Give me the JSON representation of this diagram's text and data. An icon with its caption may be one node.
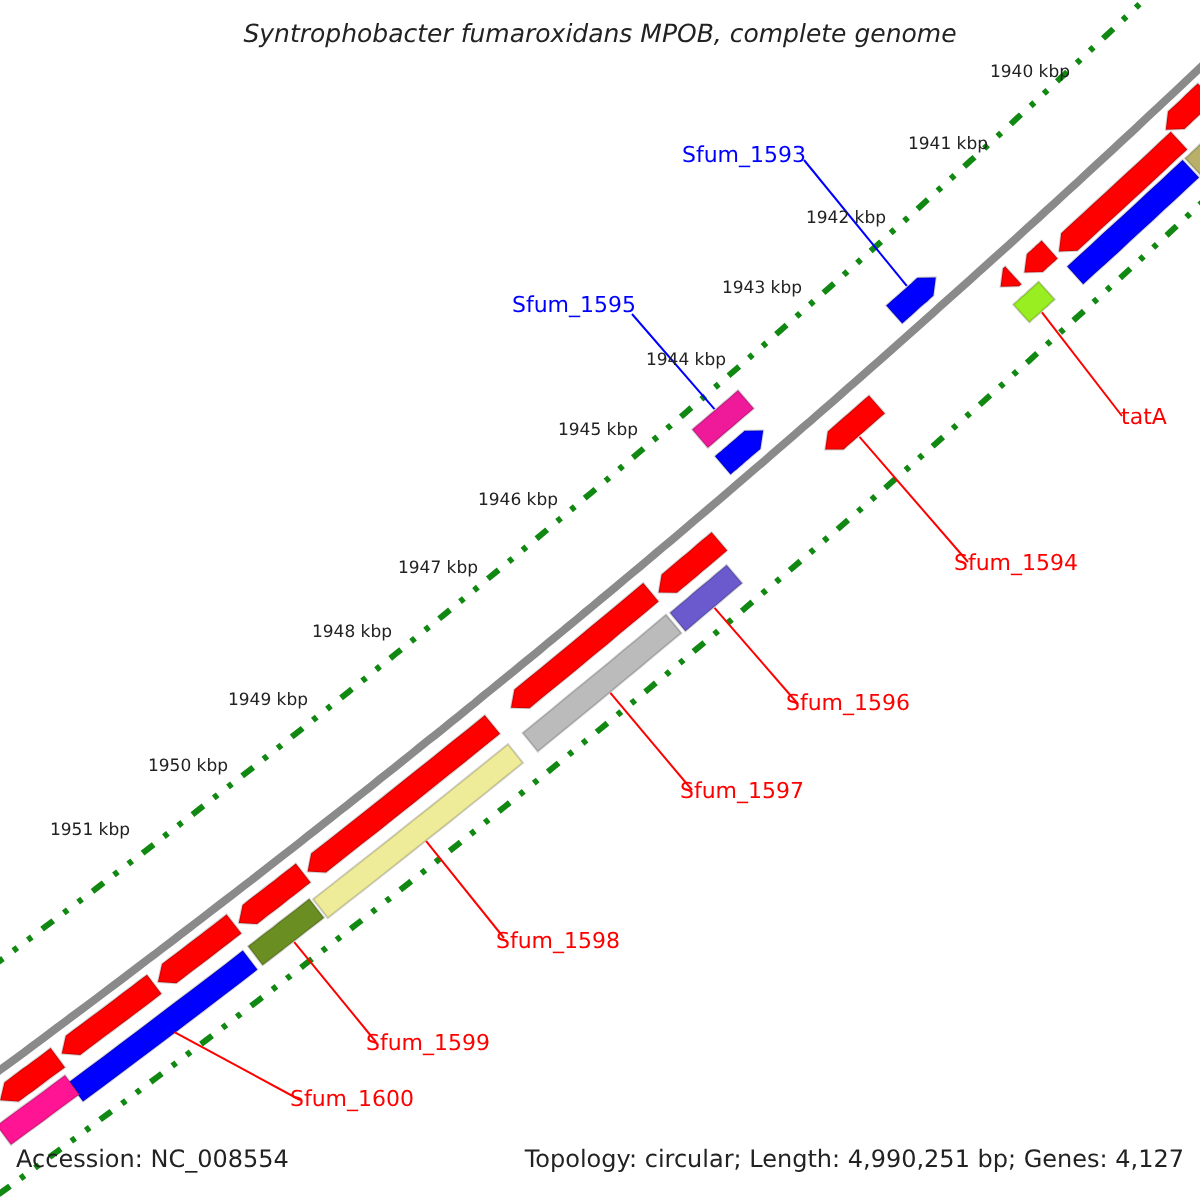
{
  "diagram": {
    "title": "Syntrophobacter fumaroxidans MPOB, complete genome",
    "nodes": [
      {
        "text": [
          "Sfum_1593"
        ]
      },
      {
        "text": [
          "Sfum_1595"
        ]
      },
      {
        "text": [
          "tatA"
        ]
      },
      {
        "text": [
          "Sfum_1594"
        ]
      },
      {
        "text": [
          "Sfum_1596"
        ]
      },
      {
        "text": [
          "Sfum_1597"
        ]
      },
      {
        "text": [
          "Sfum_1598"
        ]
      },
      {
        "text": [
          "Sfum_1599"
        ]
      },
      {
        "text": [
          "Sfum_1600"
        ]
      },
      {
        "text": [],
        "shape": "bar"
      },
      {
        "text": [],
        "shape": "bar"
      },
      {
        "text": [],
        "shape": "bar"
      },
      {
        "text": [],
        "shape": "bar"
      },
      {
        "text": [],
        "shape": "bar"
      },
      {
        "text": [],
        "shape": "bar"
      },
      {
        "text": [],
        "shape": "bar"
      },
      {
        "text": [],
        "shape": "bar"
      },
      {
        "text": [],
        "shape": "bar"
      },
      {
        "text": [],
        "shape": "bar"
      },
      {
        "text": [],
        "shape": "bar"
      },
      {
        "text": [],
        "shape": "bar"
      },
      {
        "text": [],
        "shape": "bar"
      },
      {
        "text": [],
        "shape": "bar"
      },
      {
        "text": [],
        "shape": "bar"
      },
      {
        "text": [],
        "shape": "bar"
      },
      {
        "text": [],
        "shape": "bar"
      },
      {
        "text": [],
        "shape": "bar"
      },
      {
        "text": [],
        "shape": "bar"
      },
      {
        "text": [],
        "shape": "bar"
      },
      {
        "text": [],
        "shape": "bar"
      },
      {
        "text": [],
        "shape": "bar"
      },
      {
        "text": [],
        "shape": "bar"
      },
      {
        "text": [],
        "shape": "bar"
      }
    ],
    "edges": [
      {
        "from": 0,
        "to": 9,
        "arrow": "none",
        "color": "#0000ff"
      },
      {
        "from": 1,
        "to": 11,
        "arrow": "none",
        "color": "#0000ff"
      },
      {
        "from": 2,
        "to": 10,
        "arrow": "none"
      },
      {
        "from": 3,
        "to": 12,
        "arrow": "none"
      },
      {
        "from": 4,
        "to": 13,
        "arrow": "none"
      },
      {
        "from": 5,
        "to": 14,
        "arrow": "none"
      },
      {
        "from": 6,
        "to": 15,
        "arrow": "none"
      },
      {
        "from": 7,
        "to": 16,
        "arrow": "none"
      },
      {
        "from": 8,
        "to": 17,
        "arrow": "none"
      }
    ],
    "labels": [
      "1940 kbp",
      "1941 kbp",
      "1942 kbp",
      "1943 kbp",
      "1944 kbp",
      "1945 kbp",
      "1946 kbp",
      "1947 kbp",
      "1948 kbp",
      "1949 kbp",
      "1950 kbp",
      "1951 kbp",
      "Accession: NC_008554",
      "Topology: circular; Length: 4,990,251 bp; Genes: 4,127"
    ]
  }
}
